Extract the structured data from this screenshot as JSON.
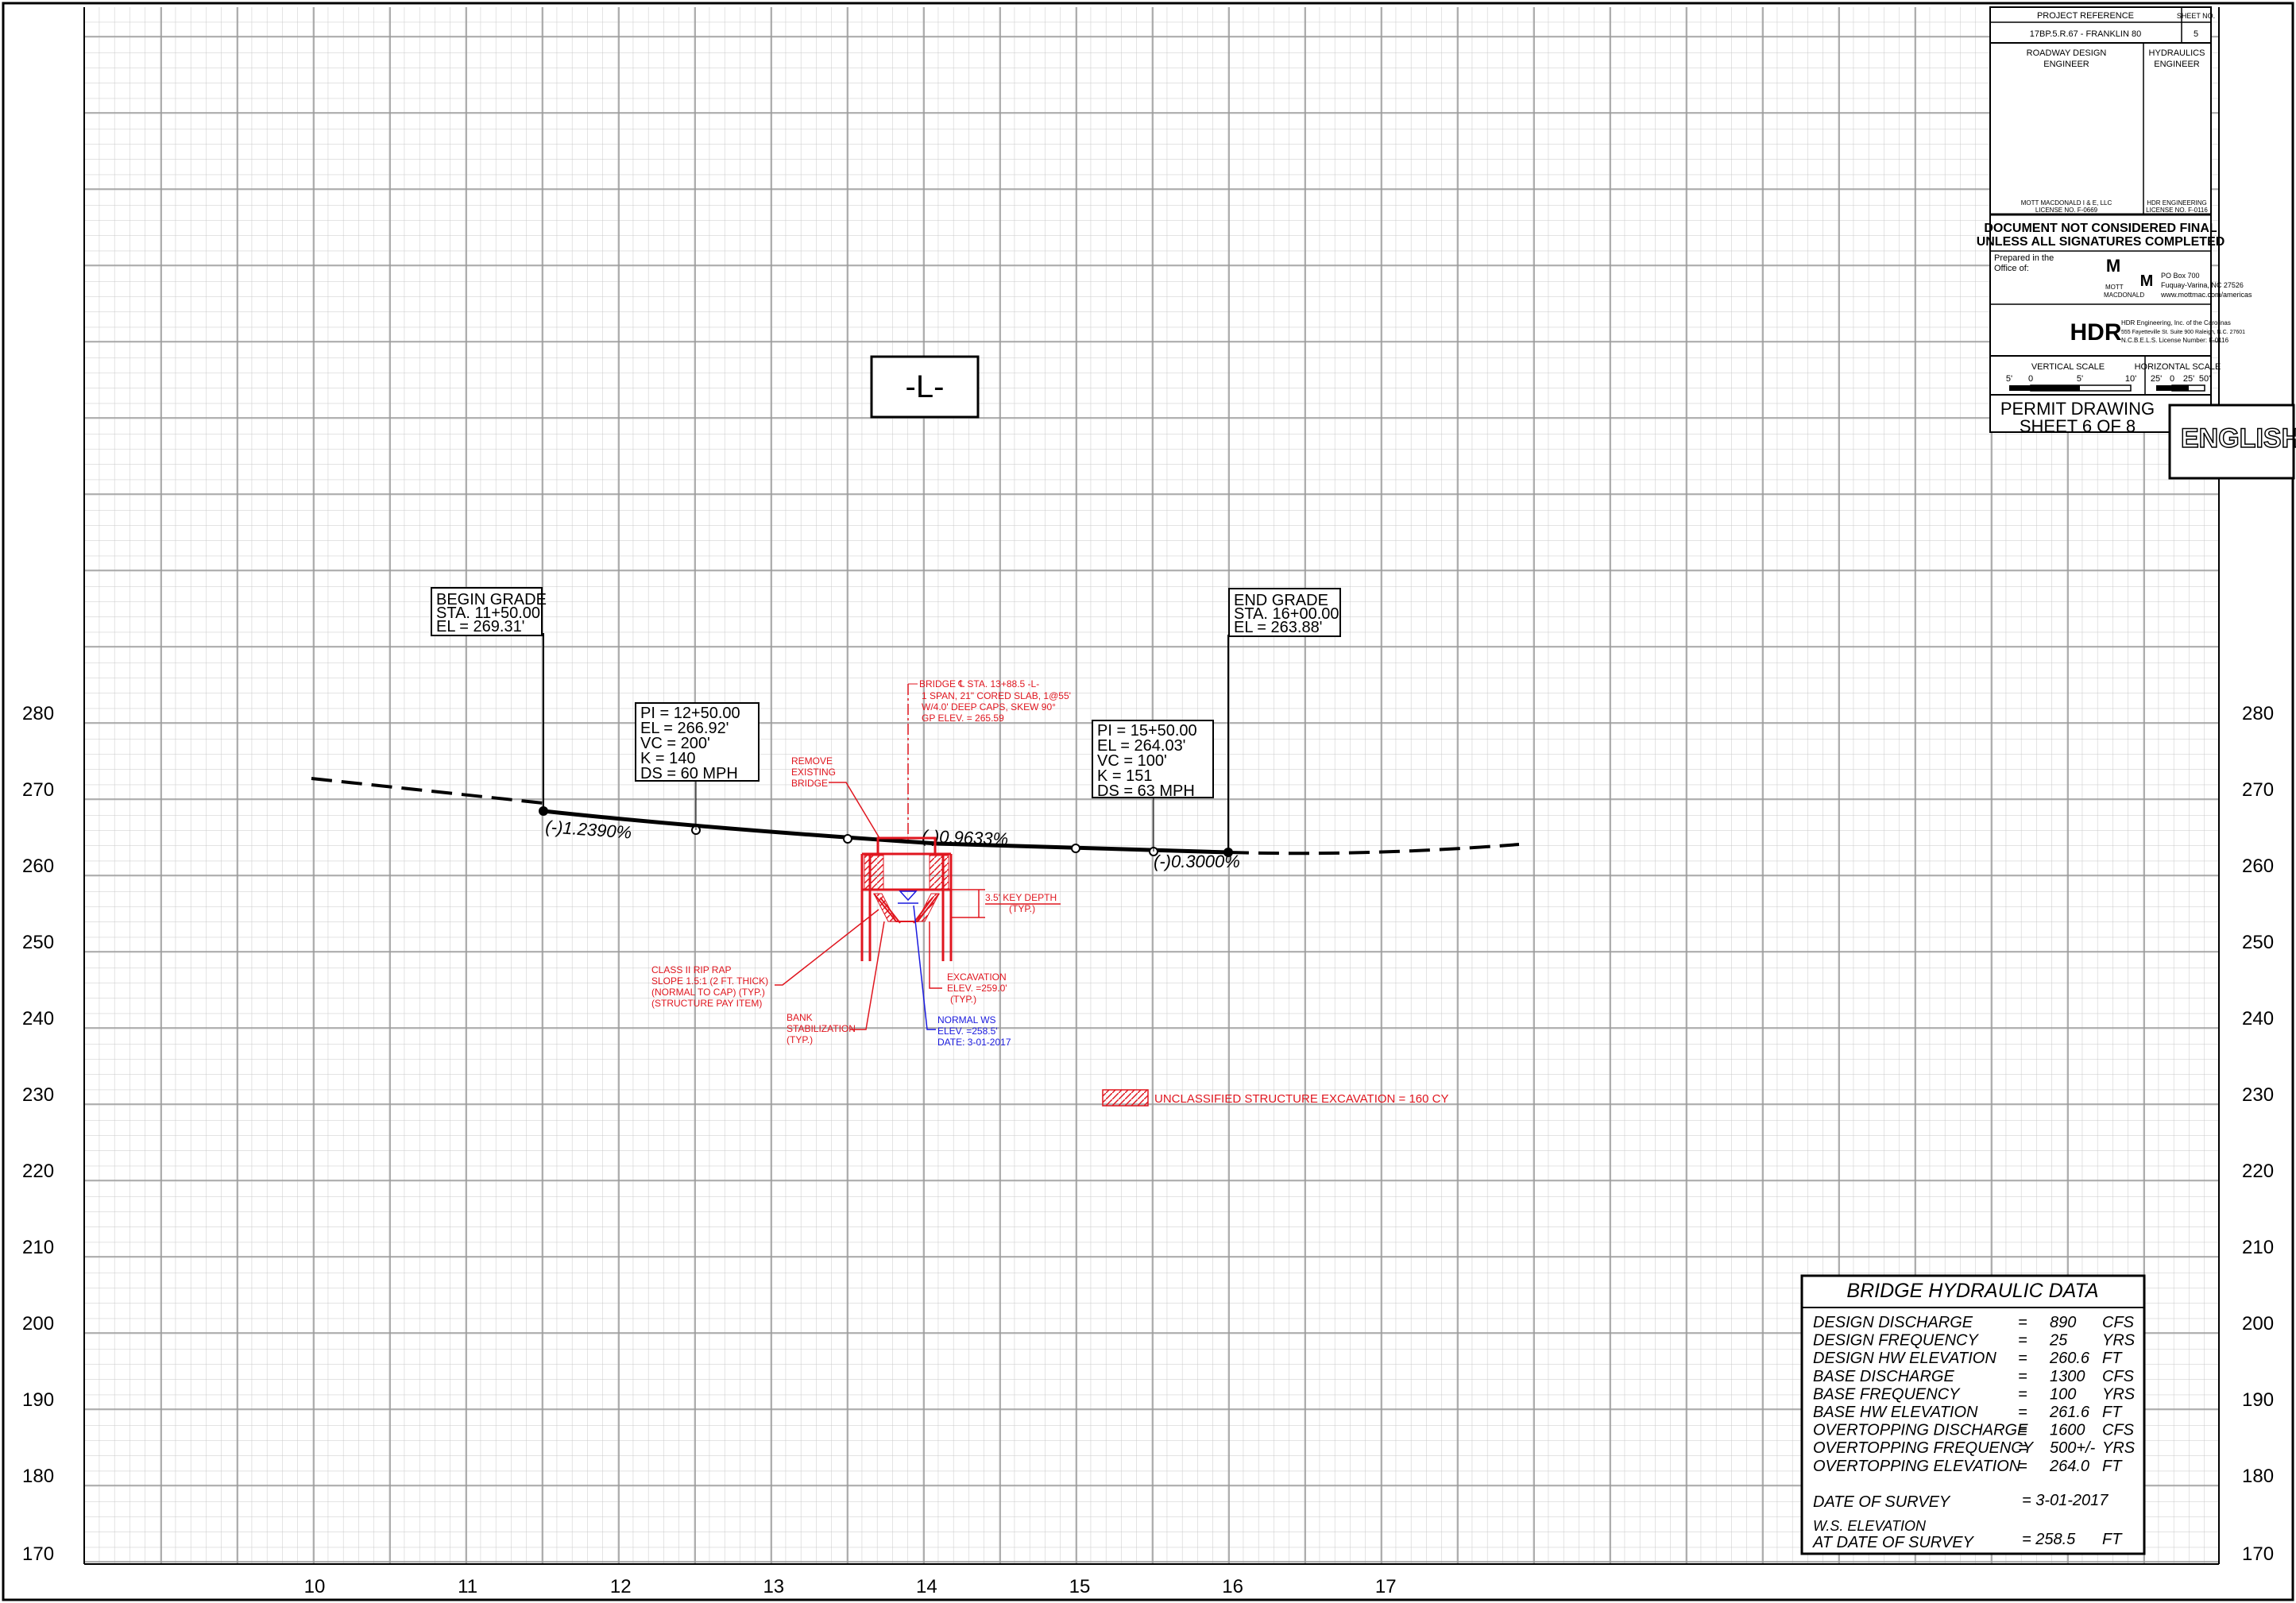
{
  "view_label": "-L-",
  "axes": {
    "elevations": [
      "280",
      "270",
      "260",
      "250",
      "240",
      "230",
      "220",
      "210",
      "200",
      "190",
      "180",
      "170"
    ],
    "stations": [
      "10",
      "11",
      "12",
      "13",
      "14",
      "15",
      "16",
      "17"
    ]
  },
  "callouts": {
    "begin_grade": [
      "BEGIN  GRADE",
      "STA.  11+50.00",
      "EL =    269.31'"
    ],
    "end_grade": [
      "END  GRADE",
      "STA.  16+00.00",
      "EL =    263.88'"
    ],
    "pi_1": [
      "PI =    12+50.00",
      "EL =    266.92'",
      "VC =    200'",
      "K  =    140",
      "DS =    60  MPH"
    ],
    "pi_2": [
      "PI =    15+50.00",
      "EL =    264.03'",
      "VC =    100'",
      "K  =    151",
      "DS =    63  MPH"
    ]
  },
  "grades": {
    "g1": "(-)1.2390%",
    "g2": "(-)0.9633%",
    "g3": "(-)0.3000%"
  },
  "red_notes": {
    "bridge": [
      "BRIDGE ℄  STA. 13+88.5 -L-",
      "1 SPAN, 21\" CORED  SLAB, 1@55'",
      "W/4.0' DEEP CAPS, SKEW  90°",
      "GP ELEV. =  265.59"
    ],
    "remove": [
      "REMOVE",
      "EXISTING",
      "BRIDGE"
    ],
    "key_depth": [
      "3.5' KEY  DEPTH",
      "(TYP.)"
    ],
    "rip_rap": [
      "CLASS II RIP RAP",
      "SLOPE 1.5:1 (2 FT. THICK)",
      "(NORMAL TO  CAP) (TYP.)",
      "(STRUCTURE PAY  ITEM)"
    ],
    "bank": [
      "BANK",
      "STABILIZATION",
      "(TYP.)"
    ],
    "excavation": [
      "EXCAVATION",
      "ELEV. =259.0'",
      "(TYP.)"
    ],
    "legend": "UNCLASSIFIED  STRUCTURE  EXCAVATION  =  160  CY"
  },
  "blue_notes": [
    "NORMAL WS",
    "ELEV. =258.5'",
    "DATE: 3-01-2017"
  ],
  "title_block": {
    "project_reference_label": "PROJECT REFERENCE",
    "sheet_no_label": "SHEET NO.",
    "project_reference": "17BP.5.R.67 - FRANKLIN  80",
    "sheet_no": "5",
    "roadway_engineer": [
      "ROADWAY  DESIGN",
      "ENGINEER"
    ],
    "hydraulics_engineer": [
      "HYDRAULICS",
      "ENGINEER"
    ],
    "mott_license": [
      "MOTT  MACDONALD  I & E, LLC",
      "LICENSE  NO.  F-0669"
    ],
    "hdr_license": [
      "HDR  ENGINEERING",
      "LICENSE  NO.  F-0116"
    ],
    "not_final": [
      "DOCUMENT NOT CONSIDERED FINAL",
      "UNLESS ALL SIGNATURES COMPLETED"
    ],
    "prepared": [
      "Prepared  in  the",
      "Office  of:"
    ],
    "mott_logo": [
      "M",
      "M",
      "MOTT",
      "MACDONALD"
    ],
    "mott_address": [
      "PO  Box  700",
      "Fuquay-Varina, NC  27526",
      "www.mottmac.com/americas"
    ],
    "hdr_logo": "HDR",
    "hdr_address": [
      "HDR Engineering, Inc. of the Carolinas",
      "555 Fayetteville St. Suite 900 Raleigh, N.C. 27601",
      "N.C.B.E.L.S. License Number: F-0116"
    ],
    "vertical_scale_label": "VERTICAL  SCALE",
    "vertical_scale_ticks": [
      "5'",
      "0",
      "5'",
      "10'"
    ],
    "horizontal_scale_label": "HORIZONTAL  SCALE",
    "horizontal_scale_ticks": [
      "25'",
      "0",
      "25'",
      "50'"
    ],
    "permit": [
      "PERMIT DRAWING",
      "SHEET  6  OF  8"
    ],
    "english_stamp": "ENGLISH"
  },
  "hydraulic_data": {
    "title": "BRIDGE  HYDRAULIC  DATA",
    "rows": [
      {
        "label": "DESIGN  DISCHARGE",
        "eq": "=",
        "value": "890",
        "unit": "CFS"
      },
      {
        "label": "DESIGN  FREQUENCY",
        "eq": "=",
        "value": "25",
        "unit": "YRS"
      },
      {
        "label": "DESIGN  HW  ELEVATION",
        "eq": "=",
        "value": "260.6",
        "unit": "FT"
      },
      {
        "label": "BASE  DISCHARGE",
        "eq": "=",
        "value": "1300",
        "unit": "CFS"
      },
      {
        "label": "BASE  FREQUENCY",
        "eq": "=",
        "value": "100",
        "unit": "YRS"
      },
      {
        "label": "BASE  HW  ELEVATION",
        "eq": "=",
        "value": "261.6",
        "unit": "FT"
      },
      {
        "label": "OVERTOPPING  DISCHARGE",
        "eq": "=",
        "value": "1600",
        "unit": "CFS"
      },
      {
        "label": "OVERTOPPING  FREQUENCY",
        "eq": "=",
        "value": "500+/-",
        "unit": "YRS"
      },
      {
        "label": "OVERTOPPING  ELEVATION",
        "eq": "=",
        "value": "264.0",
        "unit": "FT"
      }
    ],
    "survey_date_label": "DATE  OF  SURVEY",
    "survey_date": "= 3-01-2017",
    "ws_label": [
      "W.S. ELEVATION",
      "AT  DATE  OF  SURVEY"
    ],
    "ws_value": "= 258.5",
    "ws_unit": "FT"
  }
}
